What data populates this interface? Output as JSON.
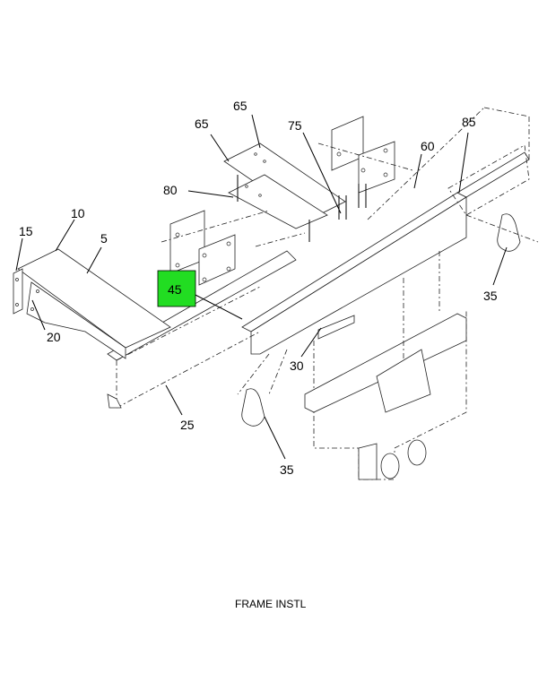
{
  "diagram": {
    "caption": "FRAME INSTL",
    "highlight_color": "#22dd22",
    "callouts": [
      {
        "id": "c65a",
        "label": "65"
      },
      {
        "id": "c65b",
        "label": "65"
      },
      {
        "id": "c75",
        "label": "75"
      },
      {
        "id": "c85",
        "label": "85"
      },
      {
        "id": "c60",
        "label": "60"
      },
      {
        "id": "c80",
        "label": "80"
      },
      {
        "id": "c10",
        "label": "10"
      },
      {
        "id": "c15",
        "label": "15"
      },
      {
        "id": "c5",
        "label": "5"
      },
      {
        "id": "c45",
        "label": "45",
        "highlighted": true
      },
      {
        "id": "c35a",
        "label": "35"
      },
      {
        "id": "c20",
        "label": "20"
      },
      {
        "id": "c30",
        "label": "30"
      },
      {
        "id": "c25",
        "label": "25"
      },
      {
        "id": "c35b",
        "label": "35"
      }
    ]
  }
}
